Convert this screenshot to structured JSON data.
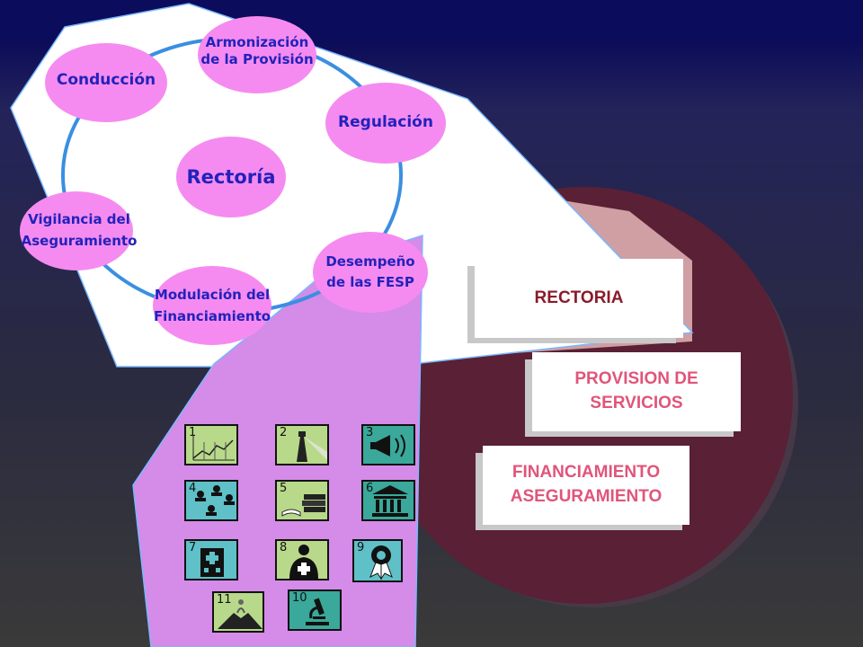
{
  "rectoria_cycle": {
    "center": "Rectoría",
    "nodes": [
      {
        "id": "conduccion",
        "label": "Conducción"
      },
      {
        "id": "armonizacion",
        "label_1": "Armonización",
        "label_2": "de la Provisión"
      },
      {
        "id": "regulacion",
        "label": "Regulación"
      },
      {
        "id": "desempeno",
        "label_1": "Desempeño",
        "label_2": "de las FESP"
      },
      {
        "id": "modulacion",
        "label_1": "Modulación del",
        "label_2": "Financiamiento"
      },
      {
        "id": "vigilancia",
        "label_1": "Vigilancia del",
        "label_2": "Aseguramiento"
      }
    ]
  },
  "functions": {
    "rectoria": "RECTORIA",
    "provision_1": "PROVISION DE",
    "provision_2": "SERVICIOS",
    "financiamiento_1": "FINANCIAMIENTO",
    "financiamiento_2": "ASEGURAMIENTO"
  },
  "fesp_icons": [
    {
      "num": "1",
      "icon": "chart-icon",
      "color": "#b8d98a"
    },
    {
      "num": "2",
      "icon": "lighthouse-icon",
      "color": "#b8d98a"
    },
    {
      "num": "3",
      "icon": "megaphone-icon",
      "color": "#3aa89a"
    },
    {
      "num": "4",
      "icon": "people-icon",
      "color": "#5fc0c8"
    },
    {
      "num": "5",
      "icon": "books-icon",
      "color": "#b8d98a"
    },
    {
      "num": "6",
      "icon": "building-icon",
      "color": "#3aa89a"
    },
    {
      "num": "7",
      "icon": "hospital-icon",
      "color": "#5fc0c8"
    },
    {
      "num": "8",
      "icon": "nurse-icon",
      "color": "#b8d98a"
    },
    {
      "num": "9",
      "icon": "medal-icon",
      "color": "#5fc0c8"
    },
    {
      "num": "11",
      "icon": "volcano-icon",
      "color": "#b8d98a"
    },
    {
      "num": "10",
      "icon": "microscope-icon",
      "color": "#3aa89a"
    }
  ],
  "colors": {
    "oval": "#f58bf0",
    "oval_text": "#2222bb",
    "cycle_ring": "#3a8fe0",
    "big_circle": "#5a2035",
    "lavender_region": "#d58be8",
    "provision_text": "#e0557a",
    "rectoria_text": "#8a1a2a"
  }
}
